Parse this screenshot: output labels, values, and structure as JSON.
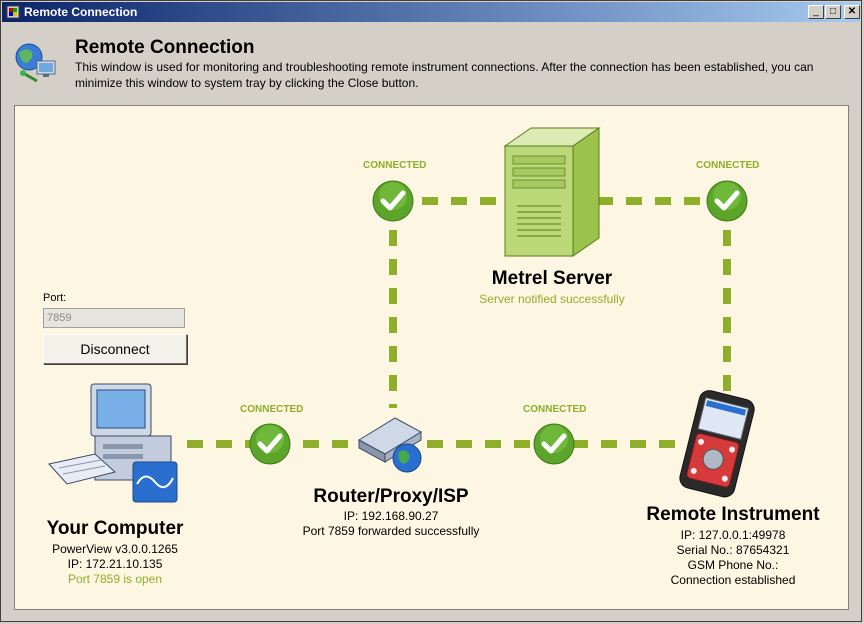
{
  "window": {
    "title": "Remote Connection",
    "min_glyph": "_",
    "max_glyph": "□",
    "close_glyph": "✕"
  },
  "header": {
    "title": "Remote Connection",
    "description": "This window is used for monitoring and troubleshooting remote instrument connections. After the connection has been established, you can minimize this window to system tray by clicking the Close button."
  },
  "connection_label": "CONNECTED",
  "port": {
    "label": "Port:",
    "value": "7859"
  },
  "disconnect_label": "Disconnect",
  "server": {
    "title": "Metrel Server",
    "status": "Server notified successfully"
  },
  "computer": {
    "title": "Your Computer",
    "version": "PowerView v3.0.0.1265",
    "ip": "IP: 172.21.10.135",
    "status": "Port 7859 is open"
  },
  "router": {
    "title": "Router/Proxy/ISP",
    "ip": "IP: 192.168.90.27",
    "status": "Port 7859 forwarded successfully"
  },
  "instrument": {
    "title": "Remote Instrument",
    "ip": "IP: 127.0.0.1:49978",
    "serial": "Serial No.: 87654321",
    "gsm": "GSM Phone No.:",
    "status": "Connection established"
  },
  "colors": {
    "accent_green": "#8fae2a",
    "panel_bg": "#fdf6e3",
    "title_bar_start": "#0a246a"
  }
}
